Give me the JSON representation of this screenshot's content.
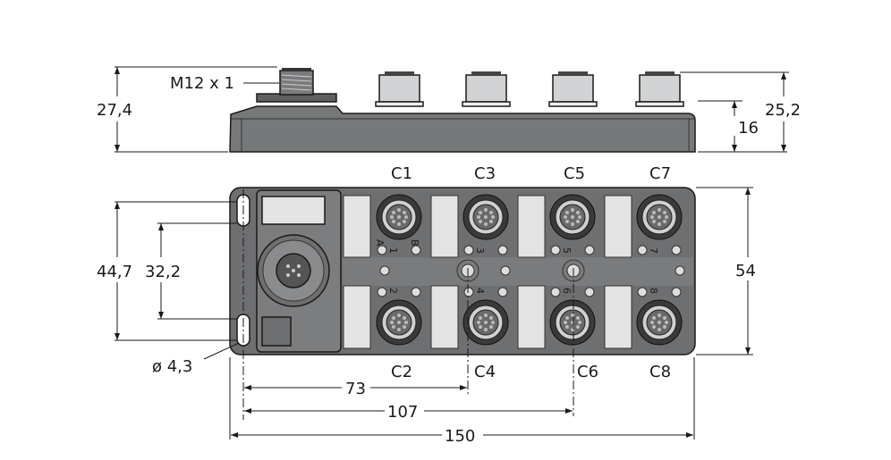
{
  "drawing": {
    "thread_label": "M12 x 1",
    "side_dims": {
      "total_height": "27,4",
      "connector_height": "25,2",
      "body_height": "16"
    },
    "top_dims": {
      "width": "54",
      "hole_spacing_outer": "44,7",
      "hole_spacing_inner": "32,2",
      "hole_diameter": "ø 4,3",
      "offset_c4": "73",
      "offset_c6": "107",
      "length": "150"
    },
    "connectors_top": [
      "C1",
      "C3",
      "C5",
      "C7"
    ],
    "connectors_bottom": [
      "C2",
      "C4",
      "C6",
      "C8"
    ],
    "port_numbers_top": [
      "1",
      "3",
      "5",
      "7"
    ],
    "port_numbers_bottom": [
      "2",
      "4",
      "6",
      "8"
    ],
    "led_labels": {
      "a": "A",
      "b": "B"
    },
    "colors": {
      "housing": "#7a7b7d",
      "housing_dark": "#5f6062",
      "panel": "#e3e3e3",
      "connector": "#d0d0d0"
    }
  }
}
